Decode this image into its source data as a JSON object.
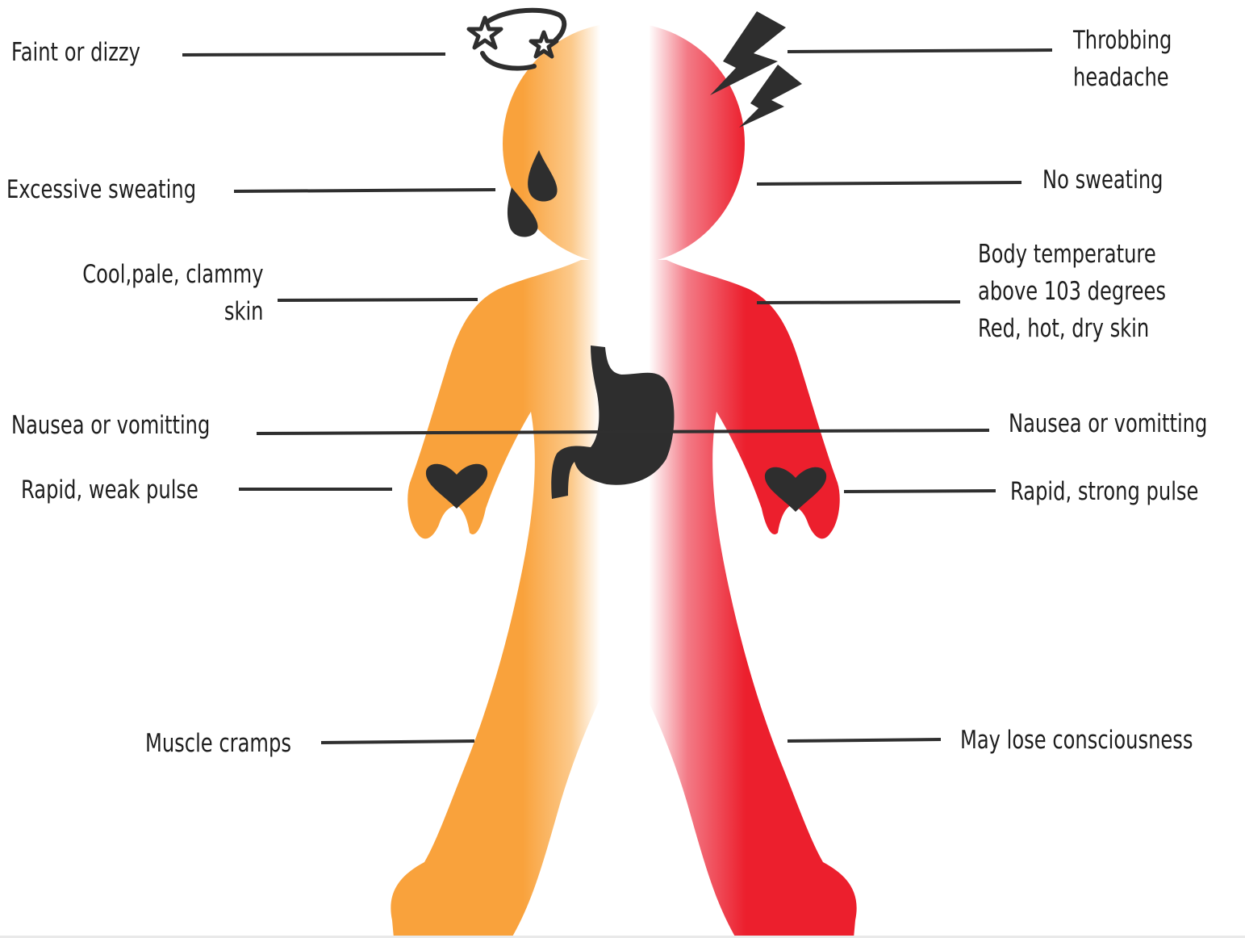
{
  "colors": {
    "heat_exhaustion": "#f9a23c",
    "heat_stroke": "#ec1f2d",
    "icons": "#2e2e2e",
    "lines": "#2f2f2f",
    "text": "#1e1e1e"
  },
  "icons": {
    "dizzy": "dizzy-stars-icon",
    "headache": "lightning-bolt-icon",
    "sweat": "sweat-drop-icon",
    "stomach": "stomach-icon",
    "pulse": "heart-icon"
  },
  "left_symptoms": [
    {
      "id": "faint",
      "lines": [
        "Faint or dizzy"
      ]
    },
    {
      "id": "sweating",
      "lines": [
        "Excessive sweating"
      ]
    },
    {
      "id": "skin",
      "lines": [
        "Cool,pale, clammy",
        "skin"
      ]
    },
    {
      "id": "nausea",
      "lines": [
        "Nausea or vomitting"
      ]
    },
    {
      "id": "pulse",
      "lines": [
        "Rapid, weak pulse"
      ]
    },
    {
      "id": "cramps",
      "lines": [
        "Muscle cramps"
      ]
    }
  ],
  "right_symptoms": [
    {
      "id": "headache",
      "lines": [
        "Throbbing",
        "headache"
      ]
    },
    {
      "id": "no-sweat",
      "lines": [
        "No sweating"
      ]
    },
    {
      "id": "temperature",
      "lines": [
        "Body temperature",
        "above 103 degrees",
        "Red, hot, dry skin"
      ]
    },
    {
      "id": "nausea",
      "lines": [
        "Nausea or vomitting"
      ]
    },
    {
      "id": "pulse",
      "lines": [
        "Rapid, strong pulse"
      ]
    },
    {
      "id": "consciousness",
      "lines": [
        "May lose consciousness"
      ]
    }
  ]
}
